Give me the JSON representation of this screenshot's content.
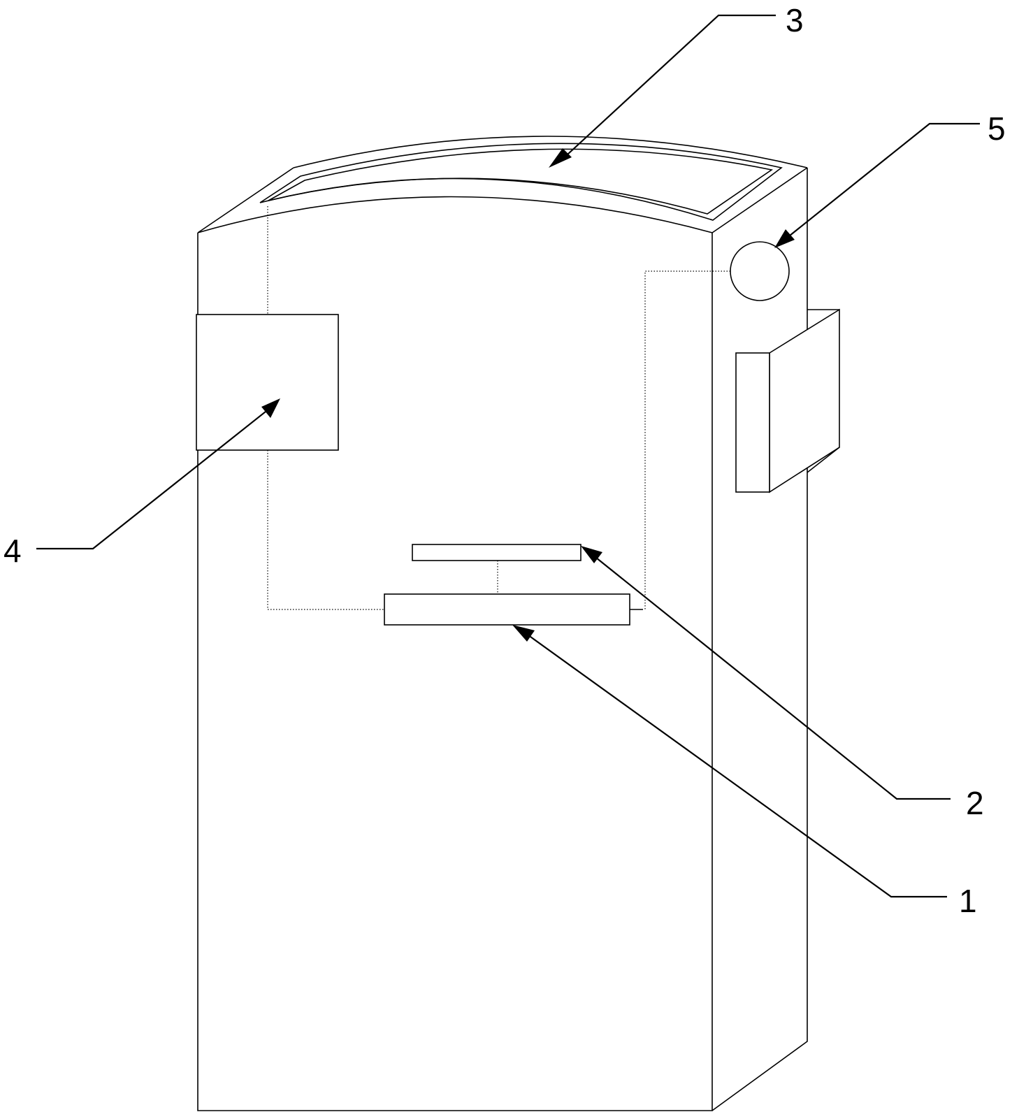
{
  "labels": {
    "part_1": "1",
    "part_2": "2",
    "part_3": "3",
    "part_4": "4",
    "part_5": "5"
  }
}
